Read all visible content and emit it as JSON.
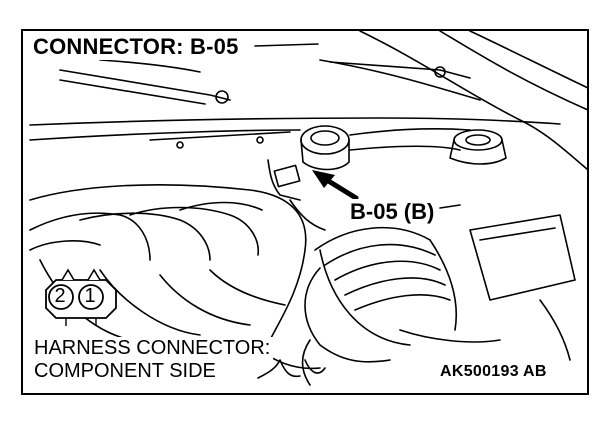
{
  "figure": {
    "title": "CONNECTOR: B-05",
    "callout": "B-05 (B)",
    "caption_line1": "HARNESS CONNECTOR:",
    "caption_line2": "COMPONENT SIDE",
    "code": "AK500193 AB",
    "connector_pins": [
      "2",
      "1"
    ]
  }
}
